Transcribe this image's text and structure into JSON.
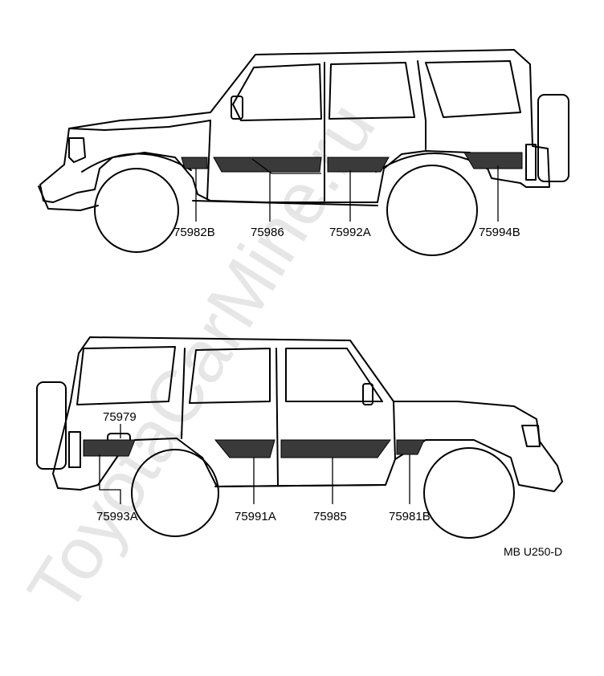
{
  "watermark": "ToyotaCarMine.ru",
  "top_view": {
    "labels": [
      "75982B",
      "75986",
      "75992A",
      "75994B"
    ]
  },
  "bottom_view": {
    "labels": [
      "75979",
      "75993A",
      "75991A",
      "75985",
      "75981B"
    ]
  },
  "diagram_code": "MB U250-D",
  "colors": {
    "ink": "#000000",
    "watermark": "#e6e6e6"
  }
}
